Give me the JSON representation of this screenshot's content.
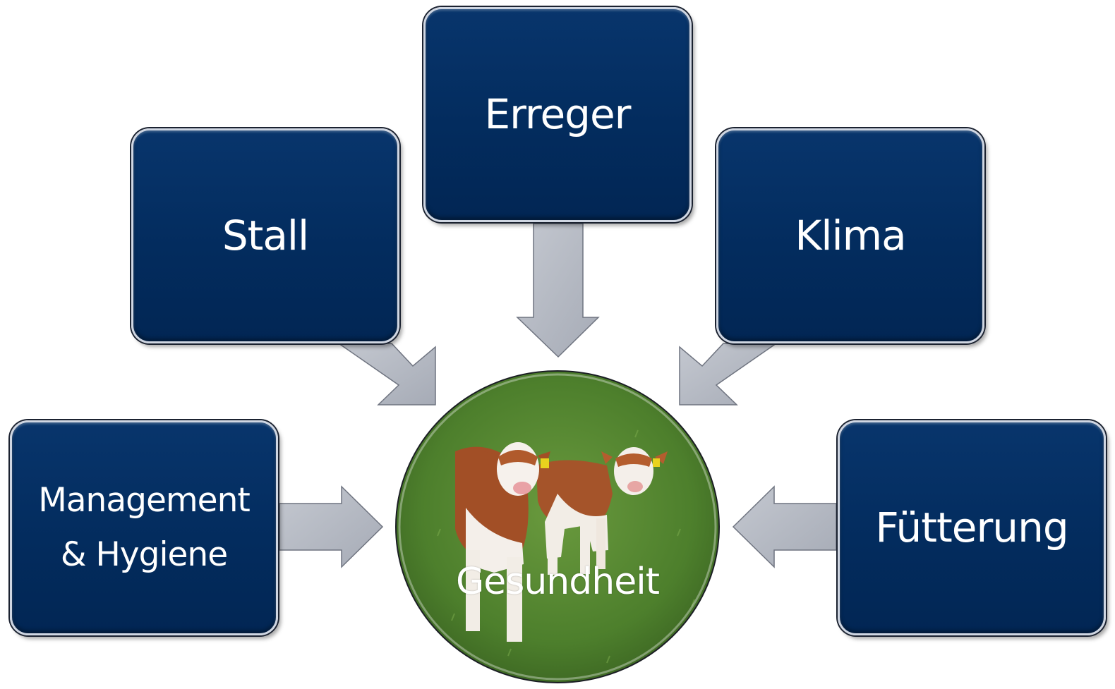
{
  "diagram": {
    "factors": {
      "erreger": "Erreger",
      "stall": "Stall",
      "klima": "Klima",
      "management": "Management & Hygiene",
      "fuetterung": "Fütterung"
    },
    "center": "Gesundheit"
  },
  "colors": {
    "box_fill": "#032c5e",
    "box_border": "#cfd6e2",
    "arrow_fill": "#b3b8c2",
    "text": "#ffffff"
  },
  "icons": {
    "center_image": "calves-on-pasture-image"
  }
}
